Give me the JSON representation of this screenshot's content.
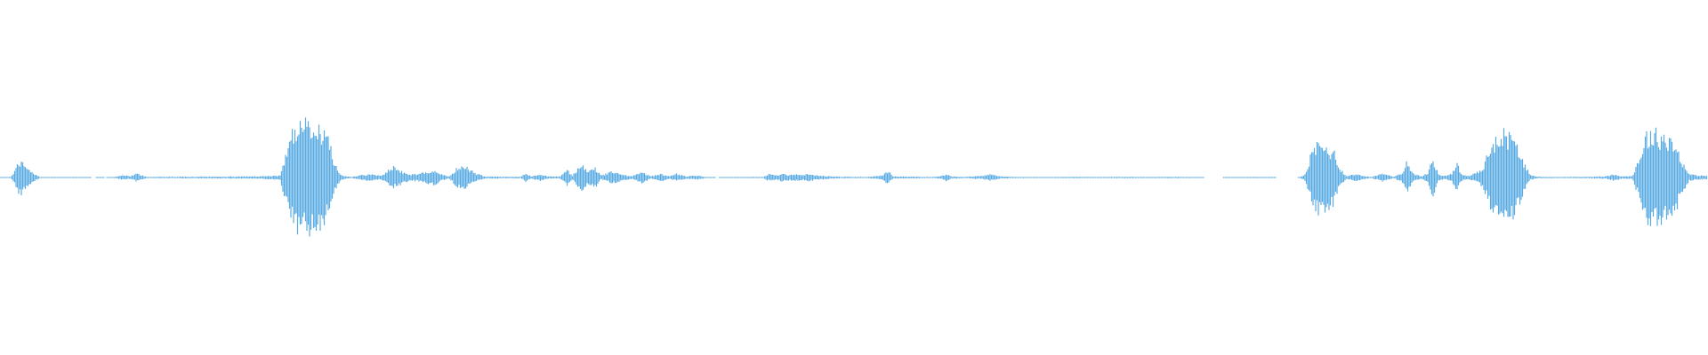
{
  "waveform": {
    "color": "#5aabe3",
    "background": "#ffffff",
    "amplitude_profile": [
      [
        0.0,
        0.004
      ],
      [
        0.006,
        0.005
      ],
      [
        0.008,
        0.09
      ],
      [
        0.011,
        0.27
      ],
      [
        0.013,
        0.3
      ],
      [
        0.015,
        0.22
      ],
      [
        0.018,
        0.12
      ],
      [
        0.021,
        0.05
      ],
      [
        0.024,
        0.006
      ],
      [
        0.04,
        0.004
      ],
      [
        0.055,
        0.0
      ],
      [
        0.06,
        0.003
      ],
      [
        0.062,
        0.0
      ],
      [
        0.068,
        0.013
      ],
      [
        0.072,
        0.04
      ],
      [
        0.076,
        0.023
      ],
      [
        0.08,
        0.07
      ],
      [
        0.083,
        0.04
      ],
      [
        0.086,
        0.01
      ],
      [
        0.095,
        0.013
      ],
      [
        0.11,
        0.015
      ],
      [
        0.125,
        0.016
      ],
      [
        0.14,
        0.018
      ],
      [
        0.15,
        0.02
      ],
      [
        0.158,
        0.03
      ],
      [
        0.164,
        0.04
      ],
      [
        0.168,
        0.55
      ],
      [
        0.172,
        0.9
      ],
      [
        0.178,
        1.0
      ],
      [
        0.185,
        0.93
      ],
      [
        0.192,
        0.75
      ],
      [
        0.196,
        0.25
      ],
      [
        0.2,
        0.04
      ],
      [
        0.206,
        0.01
      ],
      [
        0.212,
        0.045
      ],
      [
        0.218,
        0.06
      ],
      [
        0.223,
        0.03
      ],
      [
        0.23,
        0.2
      ],
      [
        0.235,
        0.12
      ],
      [
        0.24,
        0.05
      ],
      [
        0.248,
        0.09
      ],
      [
        0.254,
        0.14
      ],
      [
        0.258,
        0.06
      ],
      [
        0.263,
        0.02
      ],
      [
        0.268,
        0.18
      ],
      [
        0.273,
        0.2
      ],
      [
        0.278,
        0.08
      ],
      [
        0.284,
        0.02
      ],
      [
        0.295,
        0.015
      ],
      [
        0.305,
        0.015
      ],
      [
        0.308,
        0.08
      ],
      [
        0.311,
        0.02
      ],
      [
        0.316,
        0.06
      ],
      [
        0.321,
        0.02
      ],
      [
        0.328,
        0.02
      ],
      [
        0.332,
        0.15
      ],
      [
        0.335,
        0.03
      ],
      [
        0.341,
        0.25
      ],
      [
        0.344,
        0.1
      ],
      [
        0.348,
        0.2
      ],
      [
        0.352,
        0.03
      ],
      [
        0.358,
        0.12
      ],
      [
        0.364,
        0.06
      ],
      [
        0.37,
        0.02
      ],
      [
        0.376,
        0.11
      ],
      [
        0.381,
        0.02
      ],
      [
        0.387,
        0.07
      ],
      [
        0.392,
        0.02
      ],
      [
        0.396,
        0.07
      ],
      [
        0.402,
        0.02
      ],
      [
        0.408,
        0.04
      ],
      [
        0.414,
        0.005
      ],
      [
        0.42,
        0.0
      ],
      [
        0.428,
        0.008
      ],
      [
        0.44,
        0.01
      ],
      [
        0.447,
        0.012
      ],
      [
        0.45,
        0.06
      ],
      [
        0.454,
        0.04
      ],
      [
        0.458,
        0.07
      ],
      [
        0.462,
        0.05
      ],
      [
        0.466,
        0.06
      ],
      [
        0.47,
        0.04
      ],
      [
        0.474,
        0.07
      ],
      [
        0.478,
        0.04
      ],
      [
        0.483,
        0.03
      ],
      [
        0.49,
        0.015
      ],
      [
        0.5,
        0.012
      ],
      [
        0.508,
        0.01
      ],
      [
        0.517,
        0.04
      ],
      [
        0.52,
        0.12
      ],
      [
        0.523,
        0.02
      ],
      [
        0.535,
        0.015
      ],
      [
        0.545,
        0.01
      ],
      [
        0.55,
        0.02
      ],
      [
        0.554,
        0.06
      ],
      [
        0.557,
        0.02
      ],
      [
        0.565,
        0.01
      ],
      [
        0.575,
        0.03
      ],
      [
        0.58,
        0.06
      ],
      [
        0.585,
        0.02
      ],
      [
        0.595,
        0.01
      ],
      [
        0.61,
        0.008
      ],
      [
        0.62,
        0.01
      ],
      [
        0.632,
        0.012
      ],
      [
        0.645,
        0.01
      ],
      [
        0.66,
        0.012
      ],
      [
        0.675,
        0.01
      ],
      [
        0.69,
        0.012
      ],
      [
        0.7,
        0.009
      ],
      [
        0.705,
        0.0
      ],
      [
        0.715,
        0.0
      ],
      [
        0.725,
        0.008
      ],
      [
        0.735,
        0.01
      ],
      [
        0.742,
        0.008
      ],
      [
        0.748,
        0.0
      ],
      [
        0.76,
        0.0
      ],
      [
        0.764,
        0.05
      ],
      [
        0.768,
        0.45
      ],
      [
        0.772,
        0.64
      ],
      [
        0.777,
        0.54
      ],
      [
        0.781,
        0.48
      ],
      [
        0.784,
        0.2
      ],
      [
        0.788,
        0.03
      ],
      [
        0.792,
        0.05
      ],
      [
        0.795,
        0.06
      ],
      [
        0.798,
        0.03
      ],
      [
        0.803,
        0.01
      ],
      [
        0.809,
        0.07
      ],
      [
        0.812,
        0.05
      ],
      [
        0.816,
        0.01
      ],
      [
        0.821,
        0.1
      ],
      [
        0.824,
        0.33
      ],
      [
        0.827,
        0.08
      ],
      [
        0.832,
        0.02
      ],
      [
        0.836,
        0.08
      ],
      [
        0.839,
        0.38
      ],
      [
        0.842,
        0.06
      ],
      [
        0.846,
        0.03
      ],
      [
        0.85,
        0.08
      ],
      [
        0.853,
        0.26
      ],
      [
        0.856,
        0.05
      ],
      [
        0.86,
        0.03
      ],
      [
        0.864,
        0.08
      ],
      [
        0.868,
        0.17
      ],
      [
        0.872,
        0.5
      ],
      [
        0.877,
        0.85
      ],
      [
        0.883,
        0.8
      ],
      [
        0.887,
        0.65
      ],
      [
        0.892,
        0.3
      ],
      [
        0.896,
        0.04
      ],
      [
        0.9,
        0.015
      ],
      [
        0.91,
        0.01
      ],
      [
        0.92,
        0.012
      ],
      [
        0.93,
        0.015
      ],
      [
        0.94,
        0.02
      ],
      [
        0.945,
        0.06
      ],
      [
        0.95,
        0.02
      ],
      [
        0.956,
        0.03
      ],
      [
        0.96,
        0.4
      ],
      [
        0.964,
        0.8
      ],
      [
        0.97,
        0.82
      ],
      [
        0.976,
        0.78
      ],
      [
        0.981,
        0.6
      ],
      [
        0.985,
        0.3
      ],
      [
        0.989,
        0.06
      ],
      [
        0.993,
        0.04
      ],
      [
        1.0,
        0.03
      ]
    ]
  }
}
